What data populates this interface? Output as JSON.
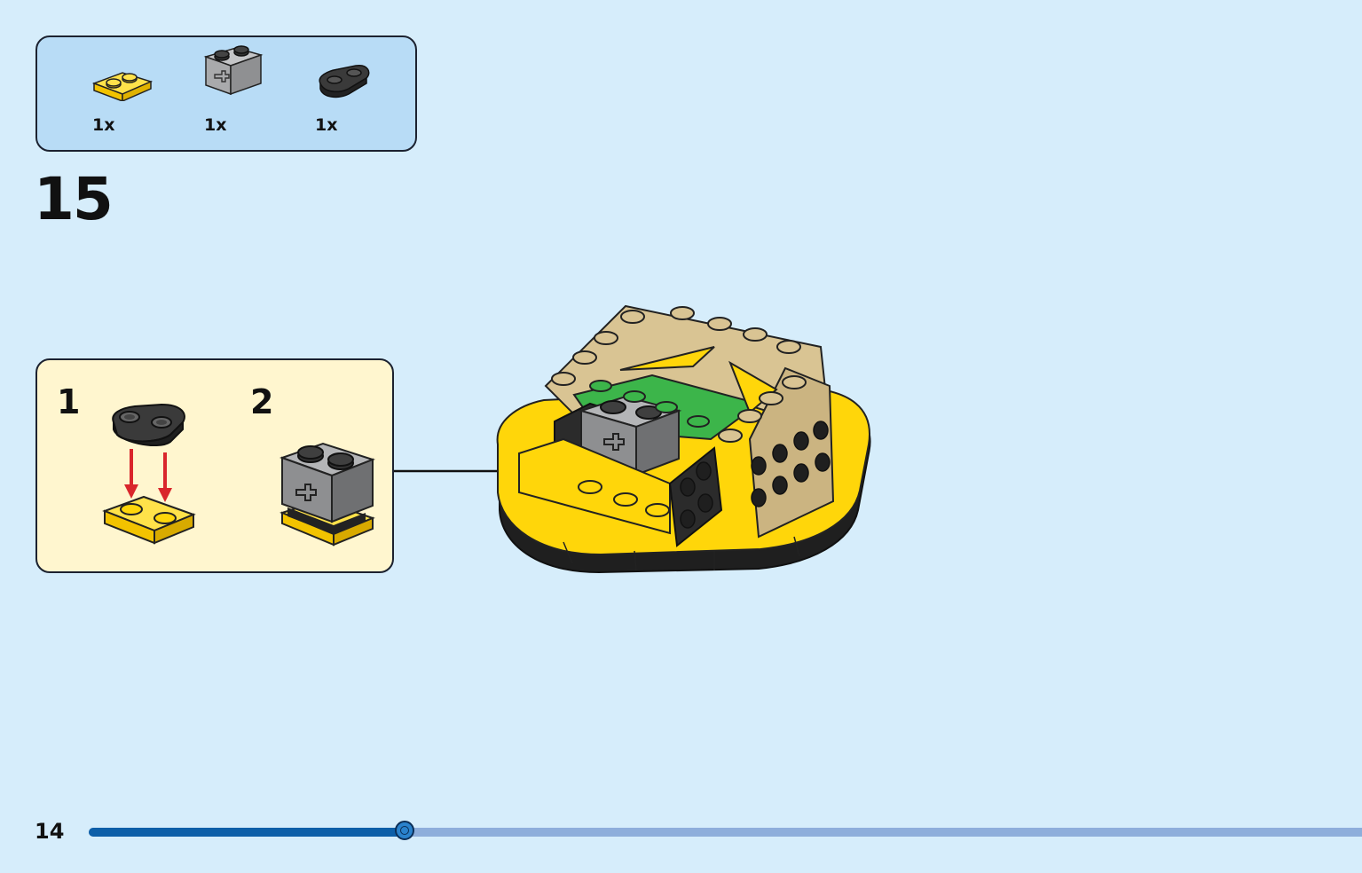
{
  "parts_list": {
    "items": [
      {
        "icon": "yellow-plate-1x2-icon",
        "qty": "1x"
      },
      {
        "icon": "gray-technic-brick-1x2-icon",
        "qty": "1x"
      },
      {
        "icon": "black-plate-1x2-rounded-icon",
        "qty": "1x"
      }
    ]
  },
  "step": {
    "number": "15"
  },
  "substeps": [
    {
      "number": "1"
    },
    {
      "number": "2"
    }
  ],
  "page": {
    "number": "14"
  },
  "progress": {
    "fraction": 0.248
  },
  "colors": {
    "background": "#d6edfb",
    "parts_box": "#b8dcf6",
    "substep_box": "#fff6cf",
    "yellow": "#ffd60a",
    "tan": "#d9c493",
    "green": "#3cb54a",
    "gray": "#9e9fa1",
    "black": "#2b2b2b",
    "arrow_red": "#d9262c",
    "progress_fill": "#0d5fa8",
    "progress_track": "#8eaedb"
  }
}
